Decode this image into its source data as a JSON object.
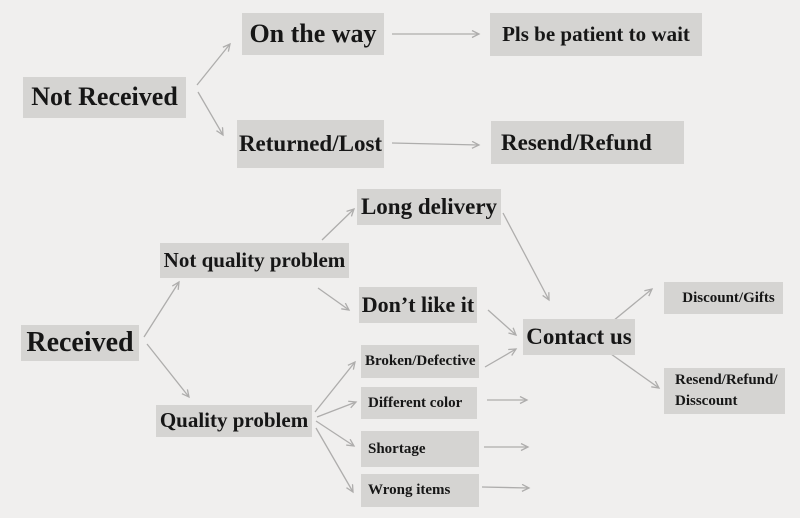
{
  "colors": {
    "background": "#f0efee",
    "node_fill": "#d5d4d2",
    "text": "#161616",
    "arrow": "#aeadac"
  },
  "nodes": {
    "not_received": {
      "label": "Not Received"
    },
    "on_the_way": {
      "label": "On the way"
    },
    "pls_wait": {
      "label": "Pls be patient to wait"
    },
    "returned_lost": {
      "label": "Returned/Lost"
    },
    "resend_refund": {
      "label": "Resend/Refund"
    },
    "received": {
      "label": "Received"
    },
    "not_quality_problem": {
      "label": "Not quality problem"
    },
    "long_delivery": {
      "label": "Long delivery"
    },
    "dont_like_it": {
      "label": "Don’t like it"
    },
    "quality_problem": {
      "label": "Quality problem"
    },
    "broken_defective": {
      "label": "Broken/Defective"
    },
    "different_color": {
      "label": "Different color"
    },
    "shortage": {
      "label": "Shortage"
    },
    "wrong_items": {
      "label": "Wrong items"
    },
    "contact_us": {
      "label": "Contact us"
    },
    "discount_gifts": {
      "label": "Discount/Gifts"
    },
    "resend_refund_disscount": {
      "line1": "Resend/Refund/",
      "line2": "Disscount"
    }
  },
  "edges": [
    {
      "from": "not_received",
      "to": "on_the_way"
    },
    {
      "from": "not_received",
      "to": "returned_lost"
    },
    {
      "from": "on_the_way",
      "to": "pls_wait"
    },
    {
      "from": "returned_lost",
      "to": "resend_refund"
    },
    {
      "from": "received",
      "to": "not_quality_problem"
    },
    {
      "from": "received",
      "to": "quality_problem"
    },
    {
      "from": "not_quality_problem",
      "to": "long_delivery"
    },
    {
      "from": "not_quality_problem",
      "to": "dont_like_it"
    },
    {
      "from": "long_delivery",
      "to": "contact_us"
    },
    {
      "from": "dont_like_it",
      "to": "contact_us"
    },
    {
      "from": "quality_problem",
      "to": "broken_defective"
    },
    {
      "from": "quality_problem",
      "to": "different_color"
    },
    {
      "from": "quality_problem",
      "to": "shortage"
    },
    {
      "from": "quality_problem",
      "to": "wrong_items"
    },
    {
      "from": "broken_defective",
      "to": "contact_us"
    },
    {
      "from": "different_color",
      "to": "contact_us"
    },
    {
      "from": "shortage",
      "to": "contact_us"
    },
    {
      "from": "wrong_items",
      "to": "contact_us"
    },
    {
      "from": "contact_us",
      "to": "discount_gifts"
    },
    {
      "from": "contact_us",
      "to": "resend_refund_disscount"
    }
  ]
}
